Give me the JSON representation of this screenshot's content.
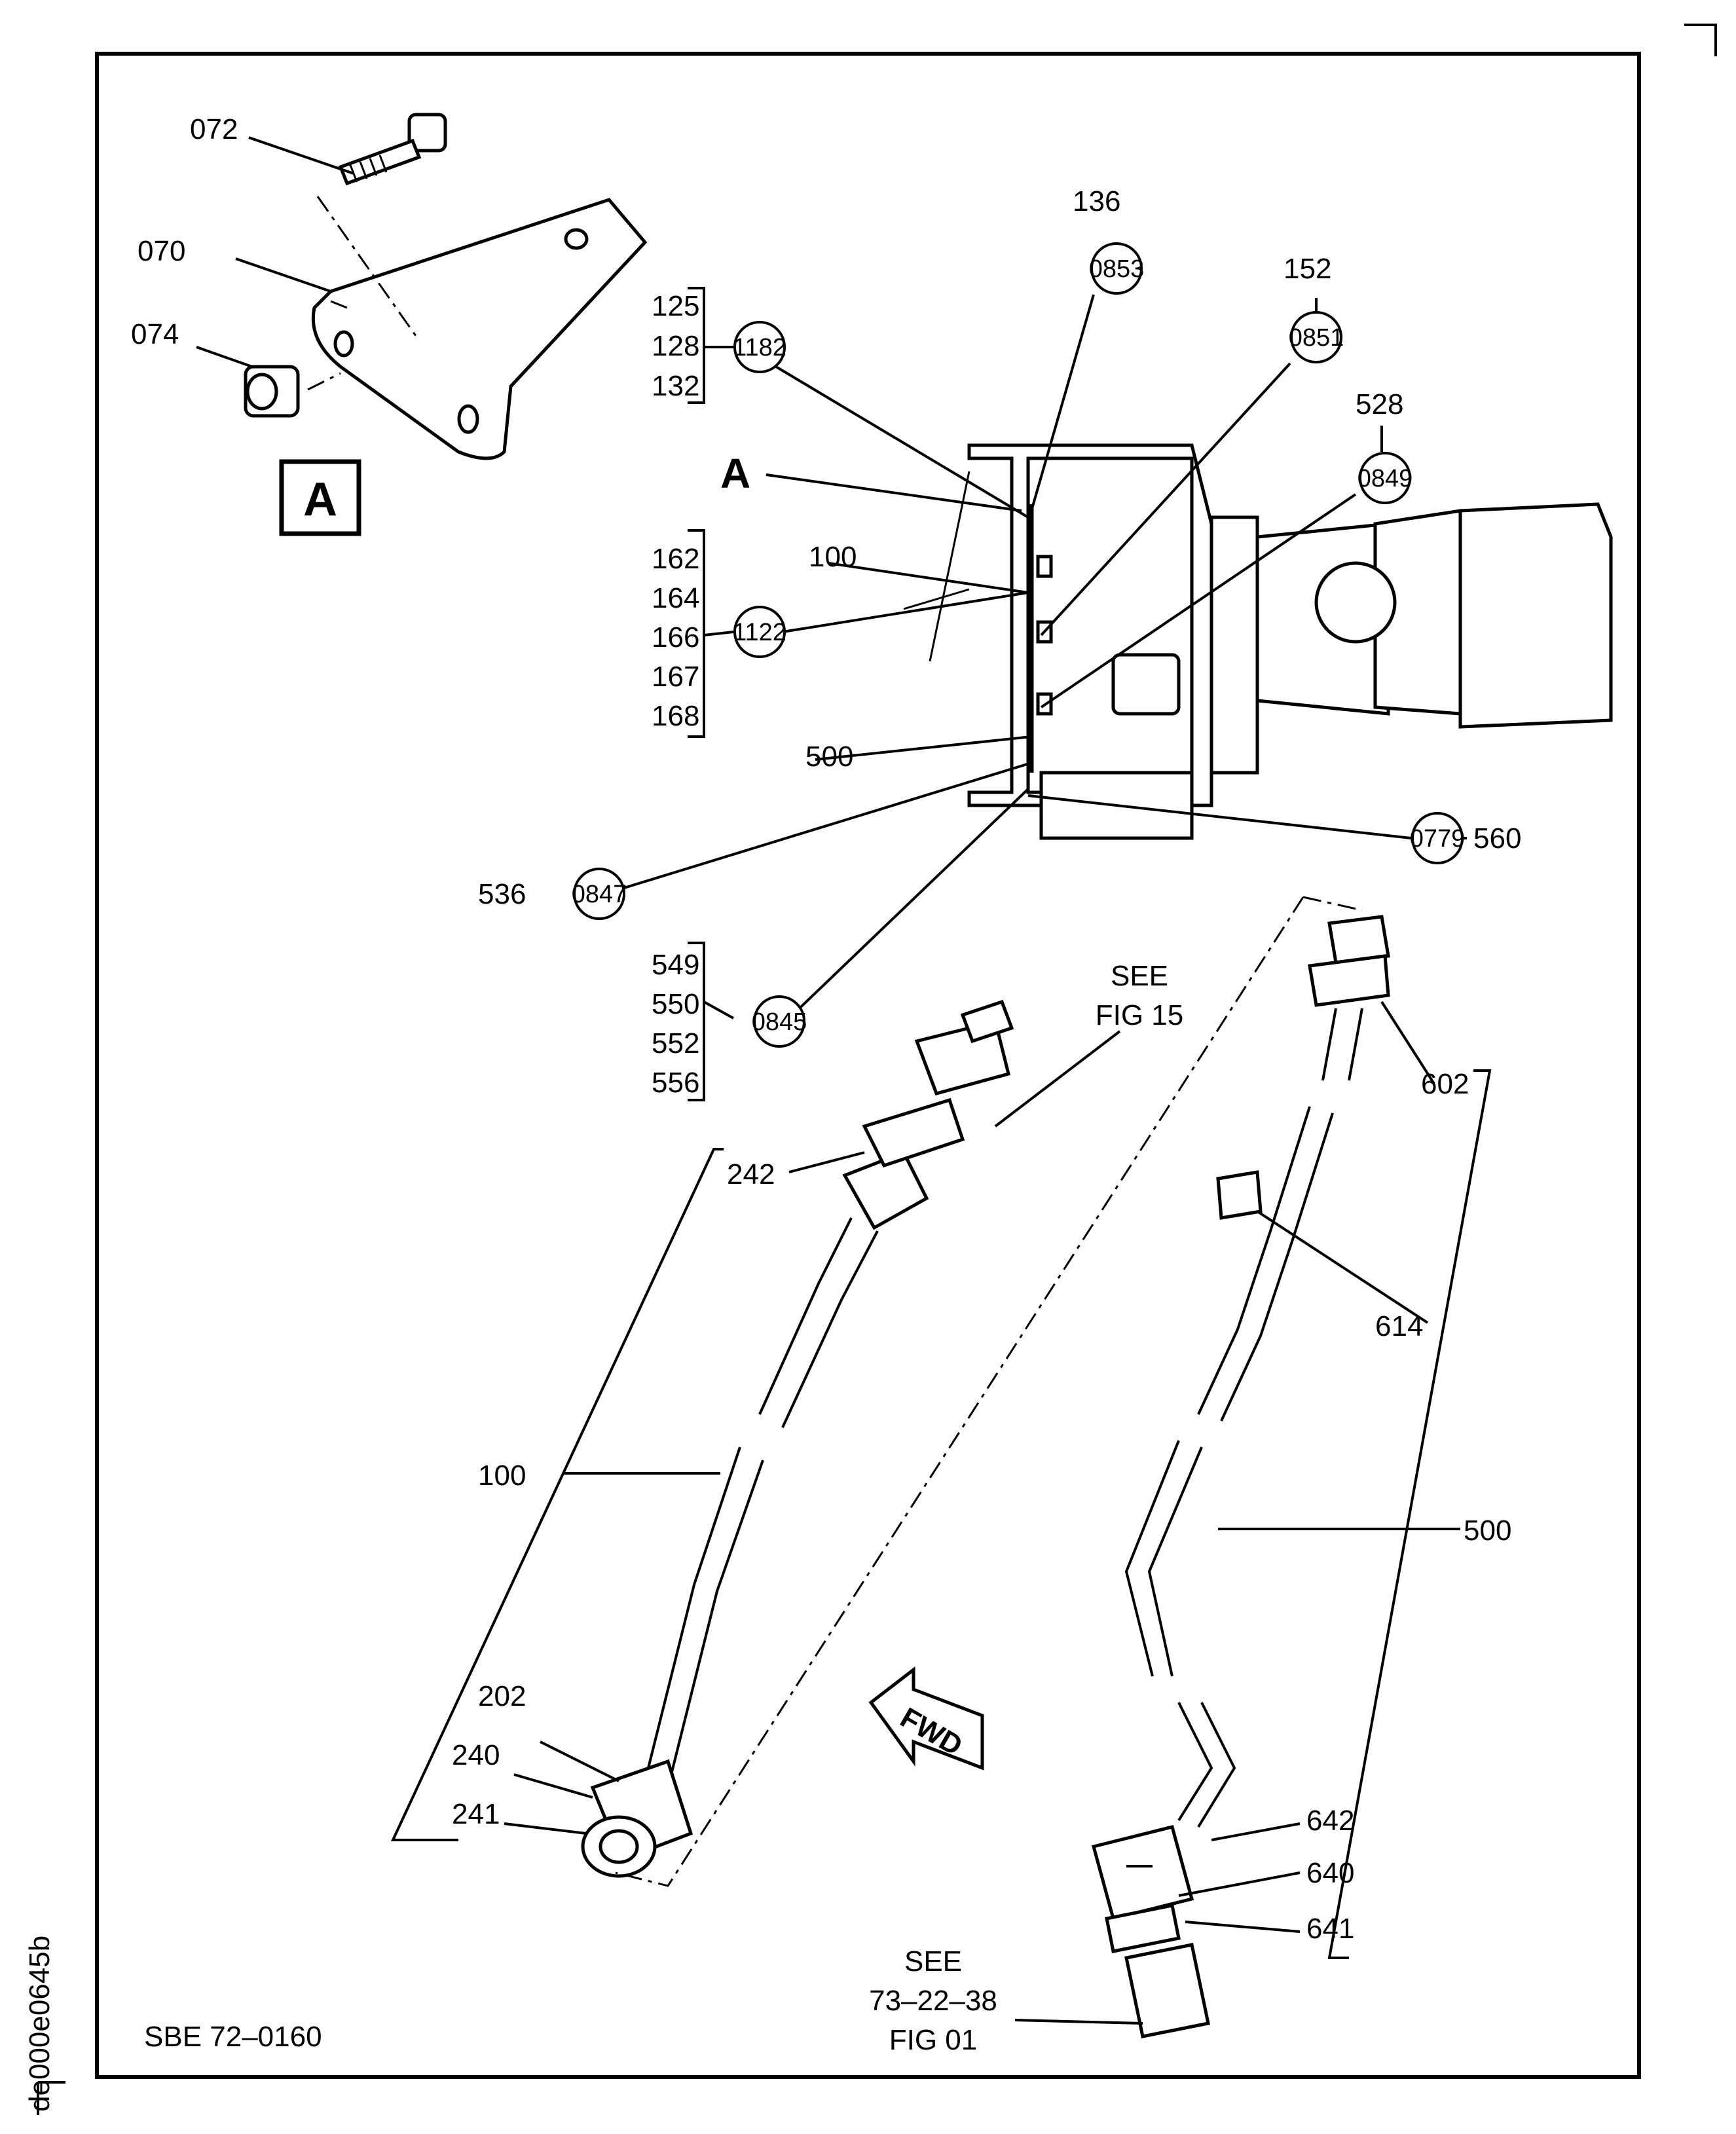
{
  "view_label": "A",
  "figure_id": "SBE 72–0160",
  "side_code": "de000e0645b",
  "fwd_arrow_text": "FWD",
  "references": {
    "fig15": [
      "SEE",
      "FIG 15"
    ],
    "fig01": [
      "SEE",
      "73–22–38",
      "FIG 01"
    ]
  },
  "callouts": {
    "c0853": "0853",
    "c0851": "0851",
    "c0849": "0849",
    "c1182": "1182",
    "c1122": "1122",
    "c0847": "0847",
    "c0779": "0779",
    "c0845": "0845"
  },
  "items": {
    "i072": "072",
    "i070": "070",
    "i074": "074",
    "i136": "136",
    "i152": "152",
    "i528": "528",
    "i125": "125",
    "i128": "128",
    "i132": "132",
    "i162": "162",
    "i164": "164",
    "i166": "166",
    "i167": "167",
    "i168": "168",
    "i100a": "100",
    "i500a": "500",
    "i536": "536",
    "i560": "560",
    "i549": "549",
    "i550": "550",
    "i552": "552",
    "i556": "556",
    "i242": "242",
    "i602": "602",
    "i614": "614",
    "i100b": "100",
    "i500b": "500",
    "i202": "202",
    "i240": "240",
    "i241": "241",
    "i642": "642",
    "i640": "640",
    "i641": "641"
  }
}
